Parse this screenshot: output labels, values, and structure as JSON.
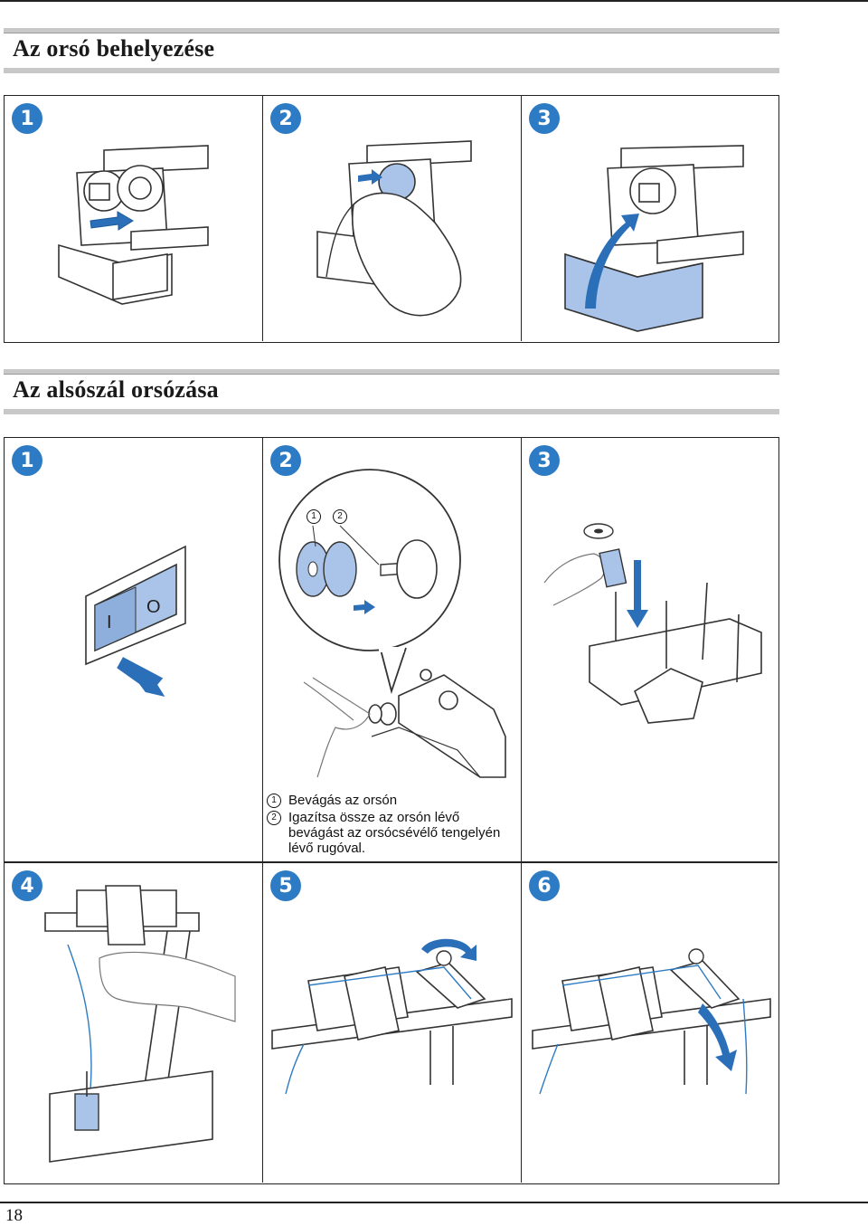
{
  "sections": [
    {
      "title": "Az orsó behelyezése",
      "steps": [
        "1",
        "2",
        "3"
      ]
    },
    {
      "title": "Az alsószál orsózása",
      "steps": [
        "1",
        "2",
        "3",
        "4",
        "5",
        "6"
      ],
      "callout": {
        "marker1": "1",
        "marker2": "2"
      },
      "switch": {
        "on_label": "I",
        "off_label": "O"
      },
      "legend": [
        {
          "num": "1",
          "text": "Bevágás az orsón"
        },
        {
          "num": "2",
          "text_lines": [
            "Igazítsa össze az orsón lévő",
            "bevágást az orsócsévélő tengelyén",
            "lévő rugóval."
          ]
        }
      ]
    }
  ],
  "page_number": "18",
  "colors": {
    "accent_blue": "#2d7bc4",
    "light_blue": "#a9c4e8",
    "arrow_blue": "#2a6fb8",
    "header_gray": "#c8c8c8"
  },
  "icons": [
    "arrow-right-icon",
    "arrow-up-icon",
    "arrow-down-icon",
    "rotate-icon",
    "hand-icon"
  ]
}
